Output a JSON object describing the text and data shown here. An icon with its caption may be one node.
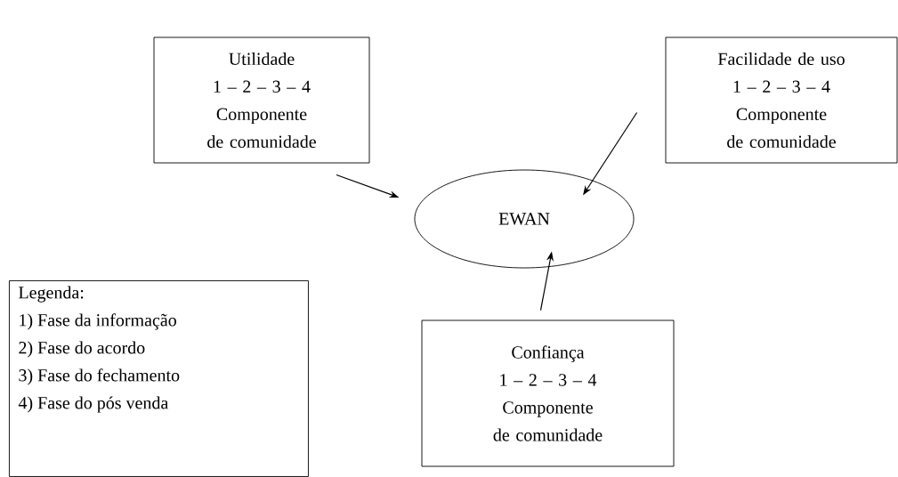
{
  "diagram": {
    "nodes": [
      {
        "text": [
          "Utilidade",
          "1 – 2 – 3 – 4",
          "Componente de comunidade"
        ]
      },
      {
        "text": [
          "Facilidade de uso",
          "1 – 2 – 3 – 4",
          "Componente de comunidade"
        ]
      },
      {
        "text": [
          "EWAN"
        ]
      },
      {
        "text": [
          "Legenda:",
          "1) Fase da informação",
          "2) Fase do acordo",
          "3) Fase do fechamento",
          "4) Fase do pós venda"
        ]
      },
      {
        "text": [
          "Confiança",
          "1 – 2 – 3 – 4",
          "Componente de comunidade"
        ]
      }
    ],
    "edges": [
      {
        "from": 0,
        "to": 2,
        "arrow": "to"
      },
      {
        "from": 1,
        "to": 2,
        "arrow": "to"
      },
      {
        "from": 4,
        "to": 2,
        "arrow": "to"
      }
    ]
  }
}
